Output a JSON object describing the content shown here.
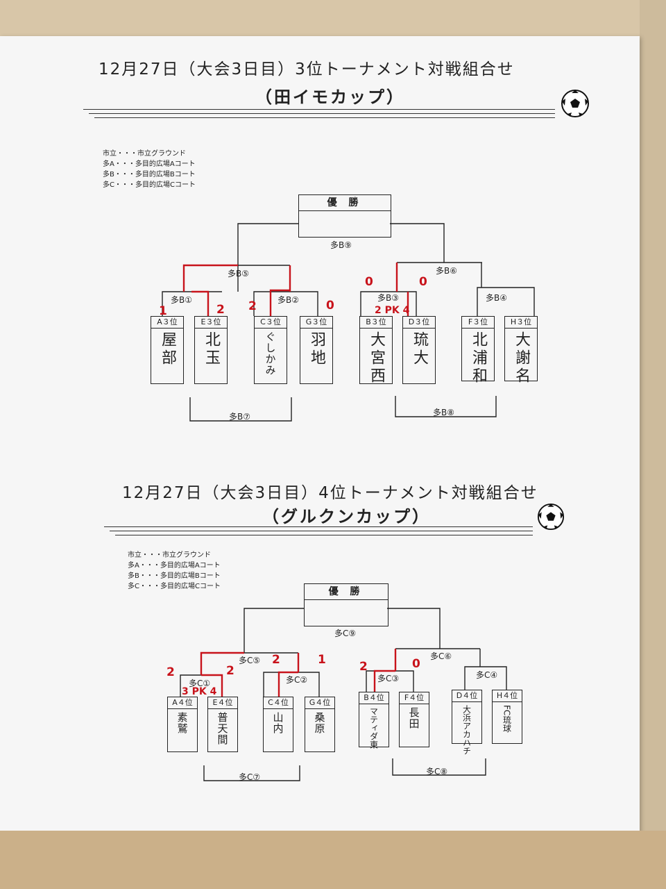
{
  "top": {
    "title": "12月27日（大会3日目）3位トーナメント対戦組合せ",
    "subtitle": "（田イモカップ）",
    "legend": [
      "市立・・・市立グラウンド",
      "多A・・・多目的広場Aコート",
      "多B・・・多目的広場Bコート",
      "多C・・・多目的広場Cコート"
    ],
    "winner": "優 勝",
    "final": "多B⑨",
    "semis": [
      "多B⑤",
      "多B⑥"
    ],
    "qfs": [
      "多B①",
      "多B②",
      "多B③",
      "多B④"
    ],
    "playoffs": [
      "多B⑦",
      "多B⑧"
    ],
    "teams": [
      {
        "seed": "A３位",
        "name": "屋部"
      },
      {
        "seed": "E３位",
        "name": "北玉"
      },
      {
        "seed": "C３位",
        "name": "ぐしかみ"
      },
      {
        "seed": "G３位",
        "name": "羽地"
      },
      {
        "seed": "B３位",
        "name": "大宮西"
      },
      {
        "seed": "D３位",
        "name": "琉大"
      },
      {
        "seed": "F３位",
        "name": "北浦和"
      },
      {
        "seed": "H３位",
        "name": "大謝名"
      }
    ],
    "scores": [
      "1",
      "2",
      "2",
      "0",
      "0",
      "0"
    ],
    "pk": "2 PK 4"
  },
  "bottom": {
    "title": "12月27日（大会3日目）4位トーナメント対戦組合せ",
    "subtitle": "（グルクンカップ）",
    "legend": [
      "市立・・・市立グラウンド",
      "多A・・・多目的広場Aコート",
      "多B・・・多目的広場Bコート",
      "多C・・・多目的広場Cコート"
    ],
    "winner": "優 勝",
    "final": "多C⑨",
    "semis": [
      "多C⑤",
      "多C⑥"
    ],
    "qfs": [
      "多C①",
      "多C②",
      "多C③",
      "多C④"
    ],
    "playoffs": [
      "多C⑦",
      "多C⑧"
    ],
    "teams": [
      {
        "seed": "A４位",
        "name": "素鷲"
      },
      {
        "seed": "E４位",
        "name": "普天間"
      },
      {
        "seed": "C４位",
        "name": "山内"
      },
      {
        "seed": "G４位",
        "name": "桑原"
      },
      {
        "seed": "B４位",
        "name": "マティダ東"
      },
      {
        "seed": "F４位",
        "name": "長田"
      },
      {
        "seed": "D４位",
        "name": "大浜アカハチ"
      },
      {
        "seed": "H４位",
        "name": "FC琉球"
      }
    ],
    "scores": [
      "2",
      "2",
      "2",
      "1",
      "2",
      "0"
    ],
    "pk": "3 PK 4"
  },
  "colors": {
    "ink": "#222222",
    "result": "#c8131b",
    "paper": "#f6f6f6",
    "background": "#d8c6a8"
  },
  "icons": [
    "soccer-ball-icon"
  ]
}
